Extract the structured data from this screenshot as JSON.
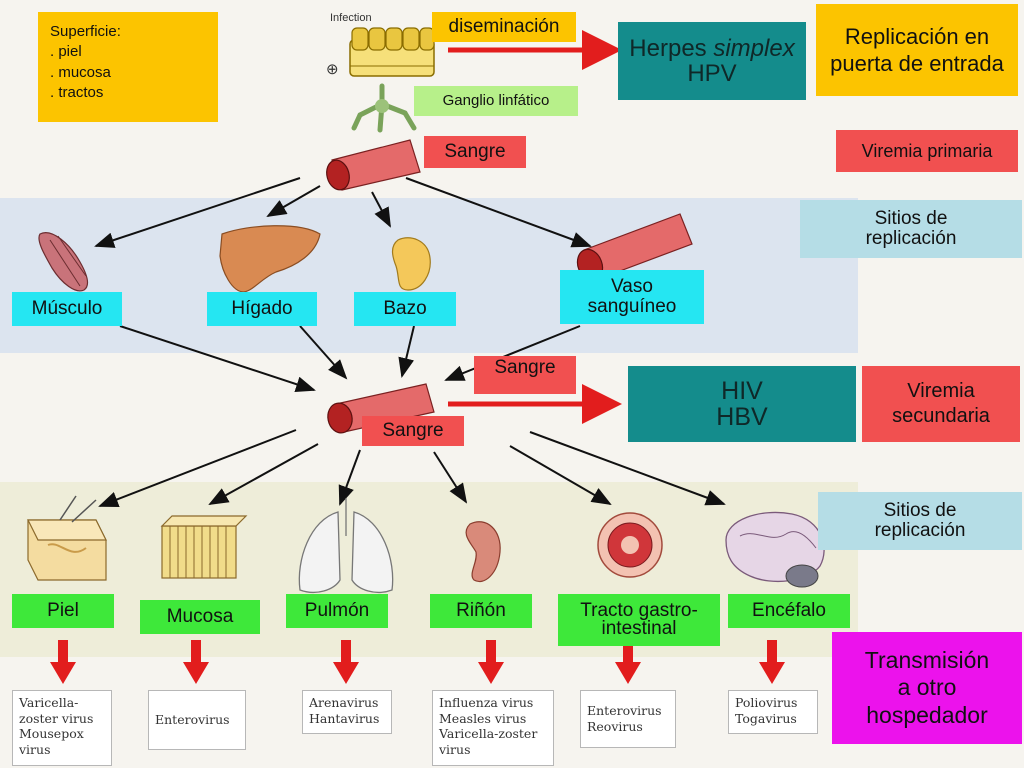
{
  "top": {
    "surface_title": "Superficie:",
    "surface_items": [
      ". piel",
      ". mucosa",
      ". tractos"
    ],
    "infection_label": "Infection",
    "plus_sign": "⊕",
    "dissemination": "diseminación",
    "lymph_node": "Ganglio linfático",
    "herpes_line1_a": "Herpes ",
    "herpes_line1_b": "simplex",
    "herpes_line2": "HPV",
    "entry_replication_l1": "Replicación en",
    "entry_replication_l2": "puerta de entrada"
  },
  "blood": {
    "primary_label": "Sangre",
    "primary_viremia": "Viremia primaria",
    "second_label_top": "Sangre",
    "second_label_bottom": "Sangre",
    "hiv": "HIV",
    "hbv": "HBV",
    "secondary_viremia_l1": "Viremia",
    "secondary_viremia_l2": "secundaria"
  },
  "sites1": {
    "title_l1": "Sitios de",
    "title_l2": "replicación",
    "organs": [
      "Músculo",
      "Hígado",
      "Bazo"
    ],
    "vessel_l1": "Vaso",
    "vessel_l2": "sanguíneo"
  },
  "sites2": {
    "title_l1": "Sitios de",
    "title_l2": "replicación",
    "organs": [
      "Piel",
      "Mucosa",
      "Pulmón",
      "Riñón",
      "Encéfalo"
    ],
    "tract_l1": "Tracto gastro-",
    "tract_l2": "intestinal"
  },
  "transmission": {
    "l1": "Transmisión",
    "l2": "a otro",
    "l3": "hospedador"
  },
  "viruses": {
    "piel": [
      "Varicella-",
      "zoster virus",
      "Mousepox",
      "virus"
    ],
    "mucosa": [
      "Enterovirus"
    ],
    "pulmon": [
      "Arenavirus",
      "Hantavirus"
    ],
    "rinon": [
      "Influenza virus",
      "Measles virus",
      "Varicella-zoster",
      "virus"
    ],
    "tracto": [
      "Enterovirus",
      "Reovirus"
    ],
    "encefalo": [
      "Poliovirus",
      "Togavirus"
    ]
  }
}
